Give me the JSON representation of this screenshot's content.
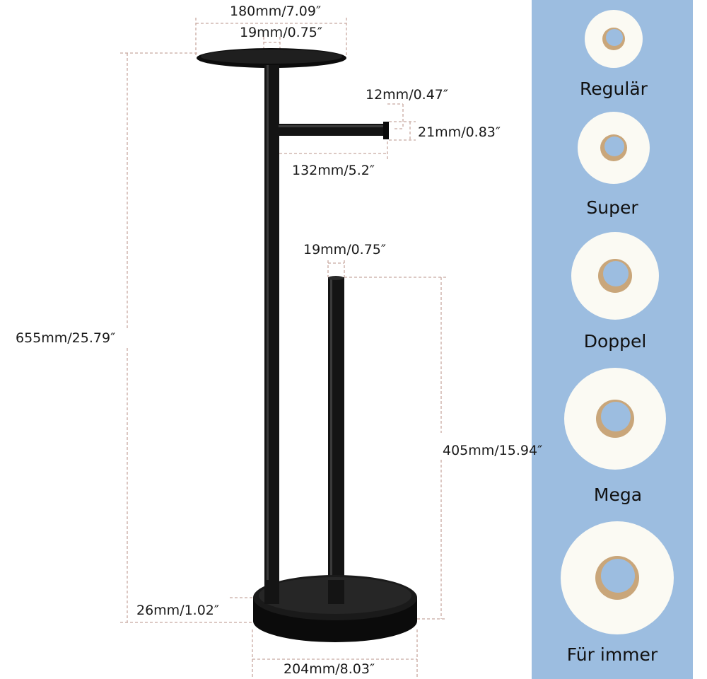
{
  "dimensions": {
    "plate_diameter": "180mm/7.09″",
    "post_diameter_top": "19mm/0.75″",
    "arm_end_thickness": "12mm/0.47″",
    "arm_end_diameter": "21mm/0.83″",
    "arm_length": "132mm/5.2″",
    "spare_post_diameter": "19mm/0.75″",
    "total_height": "655mm/25.79″",
    "spare_post_height": "405mm/15.94″",
    "base_height": "26mm/1.02″",
    "base_diameter": "204mm/8.03″"
  },
  "roll_sizes": {
    "background_color": "#9cbde0",
    "items": [
      {
        "label": "Regulär"
      },
      {
        "label": "Super"
      },
      {
        "label": "Doppel"
      },
      {
        "label": "Mega"
      },
      {
        "label": "Für immer"
      }
    ]
  },
  "colors": {
    "metal": "#111111",
    "dimension_line": "#c8a9a0",
    "roll_paper": "#fbfaf3",
    "roll_core": "#c9a67a"
  }
}
